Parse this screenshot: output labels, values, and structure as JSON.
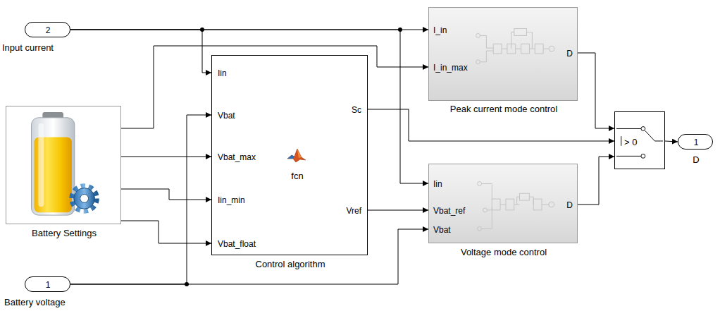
{
  "diagram": {
    "nodes": [
      {
        "text": [
          "2",
          "Input current"
        ]
      },
      {
        "text": [
          "Battery Settings"
        ]
      },
      {
        "text": [
          "1",
          "Battery voltage"
        ]
      },
      {
        "text": [
          "Iin",
          "Vbat",
          "Vbat_max",
          "Iin_min",
          "Vbat_float",
          "fcn",
          "Sc",
          "Vref",
          "Control algorithm"
        ]
      },
      {
        "text": [
          "I_in",
          "I_in_max",
          "D",
          "Peak current mode control"
        ]
      },
      {
        "text": [
          "Iin",
          "Vbat_ref",
          "Vbat",
          "D",
          "Voltage mode control"
        ]
      },
      {
        "text": [
          "> 0"
        ]
      },
      {
        "text": [
          "1",
          "D"
        ]
      }
    ],
    "edges": [
      {
        "from": 0,
        "to": 3,
        "arrow": "to"
      },
      {
        "from": 0,
        "to": 4,
        "arrow": "to"
      },
      {
        "from": 0,
        "to": 5,
        "arrow": "to"
      },
      {
        "from": 1,
        "to": 4,
        "arrow": "to"
      },
      {
        "from": 1,
        "to": 3,
        "arrow": "to"
      },
      {
        "from": 1,
        "to": 3,
        "arrow": "to"
      },
      {
        "from": 1,
        "to": 3,
        "arrow": "to"
      },
      {
        "from": 2,
        "to": 3,
        "arrow": "to"
      },
      {
        "from": 2,
        "to": 5,
        "arrow": "to"
      },
      {
        "from": 3,
        "to": 6,
        "arrow": "to"
      },
      {
        "from": 3,
        "to": 5,
        "arrow": "to"
      },
      {
        "from": 4,
        "to": 6,
        "arrow": "to"
      },
      {
        "from": 5,
        "to": 6,
        "arrow": "to"
      },
      {
        "from": 6,
        "to": 7,
        "arrow": "to"
      }
    ]
  }
}
